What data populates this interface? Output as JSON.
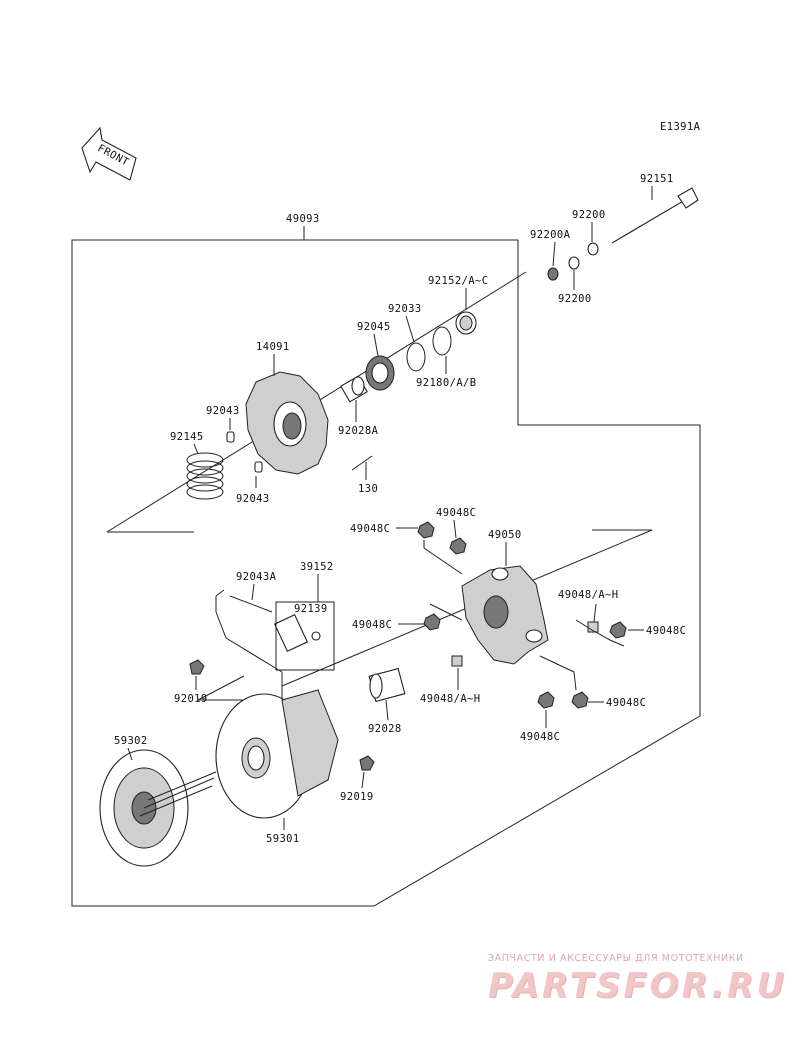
{
  "diagram_code": "E1391A",
  "front_label": "FRONT",
  "labels": {
    "p49093": "49093",
    "p92151": "92151",
    "p92200a": "92200",
    "p92200A": "92200A",
    "p92200b": "92200",
    "p92152": "92152/A~C",
    "p92033": "92033",
    "p92045": "92045",
    "p92180": "92180/A/B",
    "p14091": "14091",
    "p92043a": "92043",
    "p92145": "92145",
    "p92028A": "92028A",
    "p92043b": "92043",
    "p130": "130",
    "p49048Ca": "49048C",
    "p49048Cb": "49048C",
    "p49050": "49050",
    "p92043A": "92043A",
    "p39152": "39152",
    "p92139": "92139",
    "p49048AH1": "49048/A~H",
    "p49048Cc": "49048C",
    "p49048Cd": "49048C",
    "p92019a": "92019",
    "p49048AH2": "49048/A~H",
    "p92028": "92028",
    "p49048Ce": "49048C",
    "p49048Cf": "49048C",
    "p59302": "59302",
    "p92019b": "92019",
    "p59301": "59301"
  },
  "watermark": {
    "tagline": "ЗАПЧАСТИ И АКСЕССУАРЫ ДЛЯ МОТОТЕХНИКИ",
    "brand": "PARTSFOR.RU"
  }
}
